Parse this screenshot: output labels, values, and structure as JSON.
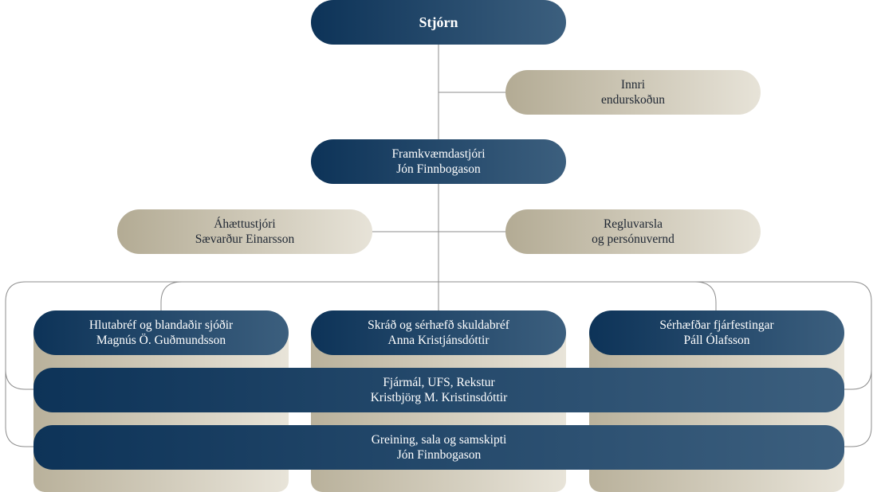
{
  "nodes": {
    "board": {
      "title": "Stjórn"
    },
    "internal_audit": {
      "line1": "Innri",
      "line2": "endurskoðun"
    },
    "ceo": {
      "line1": "Framkvæmdastjóri",
      "line2": "Jón Finnbogason"
    },
    "risk": {
      "line1": "Áhættustjóri",
      "line2": "Sævarður Einarsson"
    },
    "compliance": {
      "line1": "Regluvarsla",
      "line2": "og persónuvernd"
    },
    "equities": {
      "line1": "Hlutabréf og blandaðir sjóðir",
      "line2": "Magnús Ö. Guðmundsson"
    },
    "bonds": {
      "line1": "Skráð og sérhæfð skuldabréf",
      "line2": "Anna Kristjánsdóttir"
    },
    "alternatives": {
      "line1": "Sérhæfðar fjárfestingar",
      "line2": "Páll Ólafsson"
    },
    "finance": {
      "line1": "Fjármál, UFS, Rekstur",
      "line2": "Kristbjörg M. Kristinsdóttir"
    },
    "analysis": {
      "line1": "Greining, sala og samskipti",
      "line2": "Jón Finnbogason"
    }
  },
  "colors": {
    "navy_start": "#0d3358",
    "navy_end": "#3c5f7e",
    "beige_start": "#b3ab94",
    "beige_end": "#e7e3d8",
    "connector": "#8c8c8c"
  }
}
